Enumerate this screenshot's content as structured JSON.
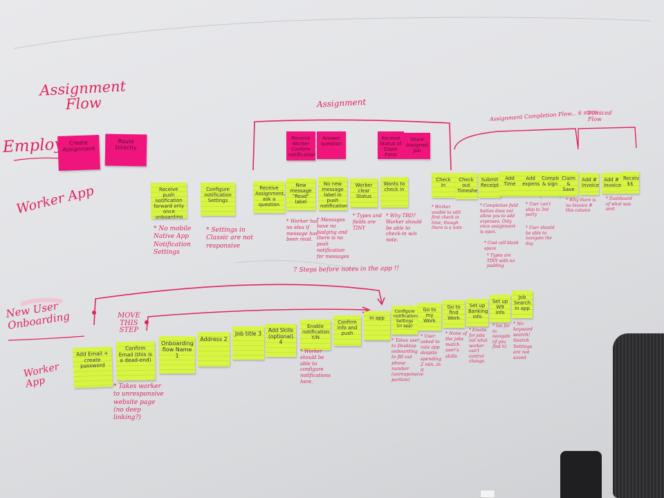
{
  "headings": {
    "assignment_flow": "Assignment\nFlow",
    "employer": "Employer",
    "worker_app_top": "Worker App",
    "new_user_onboarding": "New User\nOnboarding",
    "worker_app_bottom": "Worker\nApp",
    "assignment_bracket": "Assignment",
    "assignment_completion": "Assignment Completion Flow... 6 steps",
    "invoiced": "Invoiced\nFlow",
    "steps_before_notes": "7 Steps before notes in the app !!",
    "move_this_step": "MOVE\nTHIS\nSTEP"
  },
  "employer_notes": [
    "Create Assignment",
    "Route Directly",
    "Receive Worker Confirm notification",
    "Answer question",
    "Receive Status of Claim Form",
    "Share Assigned Job"
  ],
  "worker_top_notes": [
    "Receive push notification forward only once onboarding info",
    "Configure notification Settings",
    "Receive Assignment, ask a question",
    "New message \"Read\" label",
    "No new message label in push notification",
    "Worker clear Status",
    "Wants to check in"
  ],
  "completion_notes": [
    "Check In",
    "Check out Timesheet",
    "Submit Receipt",
    "Add Time",
    "Add expense",
    "Complete & sign",
    "Claim & Save",
    "Add # Invoice",
    "Add # Invoice",
    "Receive $$"
  ],
  "worker_top_annotations": [
    "* No mobile Native App Notification Settings",
    "* Settings in Classic are not responsive",
    "* Worker has no idea if message has been read.",
    "* Messages have no badging and there is no push notification for messages",
    "* Types and fields are TINY",
    "* Why TBD? Worker should be able to check-in w/o note.",
    "* Worker unable to edit first check in time, though there is a note",
    "* Completion field button does not allow you to add expenses. Only once assignment is open.",
    "* Cost cell blank space",
    "* Types are TINY with no padding",
    "* User can't ship to 3rd party",
    "* User should be able to navigate the day",
    "* Why there is no Invoice # this column",
    "* Dashboard of what was sent"
  ],
  "onboarding_notes": [
    "Add Email + create password",
    "Confirm Email (this is a dead-end)",
    "Onboarding flow Name 1",
    "Address 2",
    "Job title 3",
    "Add Skills (optional) 4",
    "Enable notification Y/N",
    "Confirm info and push",
    "in app",
    "Configure notifications Settings (in app)",
    "Go to my Work",
    "Go to find Work",
    "Set up Banking info",
    "Set up W9 info",
    "Job Search in app"
  ],
  "onboarding_annotations": [
    "* Takes worker to unresponsive website page (no deep linking?)",
    "* Worker should be able to configure notifications here.",
    "* Takes user to Desktop onboarding to fill out phone number (unresponsive portion)",
    "* User asked to rate app despite spending 2 min. in it",
    "* None of the jobs match user's skills",
    "* Emails for jobs not what worker can't control change.",
    "* too far to navigate (if you find it)",
    "* No keyword search! Search Settings are not saved"
  ],
  "colors": {
    "marker": "#e0245c",
    "pink_note": "#f0157c",
    "yellow_note": "#d7f542",
    "board": "#e6e7ea"
  }
}
